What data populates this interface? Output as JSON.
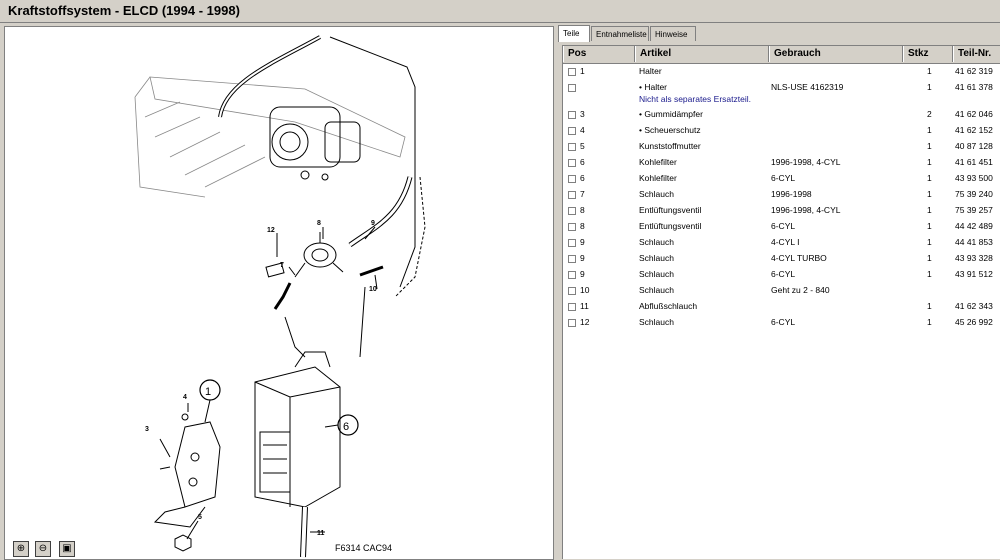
{
  "window": {
    "title": "Kraftstoffsystem - ELCD    (1994 - 1998)"
  },
  "diagram": {
    "code_label": "F6314 CAC94",
    "callouts": [
      "1",
      "6"
    ],
    "numbers": [
      "12",
      "8",
      "9",
      "7",
      "10",
      "4",
      "3",
      "5",
      "11"
    ]
  },
  "zoom": {
    "in_icon": "zoom-in-icon",
    "out_icon": "zoom-out-icon",
    "fit_icon": "fit-icon"
  },
  "tabs": [
    "Teile",
    "Entnahmeliste",
    "Hinweise"
  ],
  "table": {
    "columns": [
      "Pos",
      "Artikel",
      "Gebrauch",
      "Stkz",
      "Teil-Nr."
    ],
    "rows": [
      {
        "pos": "1",
        "artikel": "Halter",
        "gebrauch": "",
        "stkz": "1",
        "teil": "41 62 319"
      },
      {
        "pos": "",
        "artikel": "• Halter",
        "gebrauch": "NLS-USE 4162319",
        "stkz": "1",
        "teil": "41 61 378",
        "note": "Nicht als separates Ersatzteil."
      },
      {
        "pos": "3",
        "artikel": "• Gummidämpfer",
        "gebrauch": "",
        "stkz": "2",
        "teil": "41 62 046"
      },
      {
        "pos": "4",
        "artikel": "• Scheuerschutz",
        "gebrauch": "",
        "stkz": "1",
        "teil": "41 62 152"
      },
      {
        "pos": "5",
        "artikel": "Kunststoffmutter",
        "gebrauch": "",
        "stkz": "1",
        "teil": "40 87 128"
      },
      {
        "pos": "6",
        "artikel": "Kohlefilter",
        "gebrauch": "1996-1998, 4-CYL",
        "stkz": "1",
        "teil": "41 61 451"
      },
      {
        "pos": "6",
        "artikel": "Kohlefilter",
        "gebrauch": "6-CYL",
        "stkz": "1",
        "teil": "43 93 500"
      },
      {
        "pos": "7",
        "artikel": "Schlauch",
        "gebrauch": "1996-1998",
        "stkz": "1",
        "teil": "75 39 240"
      },
      {
        "pos": "8",
        "artikel": "Entlüftungsventil",
        "gebrauch": "1996-1998, 4-CYL",
        "stkz": "1",
        "teil": "75 39 257"
      },
      {
        "pos": "8",
        "artikel": "Entlüftungsventil",
        "gebrauch": "6-CYL",
        "stkz": "1",
        "teil": "44 42 489"
      },
      {
        "pos": "9",
        "artikel": "Schlauch",
        "gebrauch": "4-CYL I",
        "stkz": "1",
        "teil": "44 41 853"
      },
      {
        "pos": "9",
        "artikel": "Schlauch",
        "gebrauch": "4-CYL TURBO",
        "stkz": "1",
        "teil": "43 93 328"
      },
      {
        "pos": "9",
        "artikel": "Schlauch",
        "gebrauch": "6-CYL",
        "stkz": "1",
        "teil": "43 91 512"
      },
      {
        "pos": "10",
        "artikel": "Schlauch",
        "gebrauch": "Geht zu 2 - 840",
        "stkz": "",
        "teil": ""
      },
      {
        "pos": "11",
        "artikel": "Abflußschlauch",
        "gebrauch": "",
        "stkz": "1",
        "teil": "41 62 343"
      },
      {
        "pos": "12",
        "artikel": "Schlauch",
        "gebrauch": "6-CYL",
        "stkz": "1",
        "teil": "45 26 992"
      }
    ]
  }
}
